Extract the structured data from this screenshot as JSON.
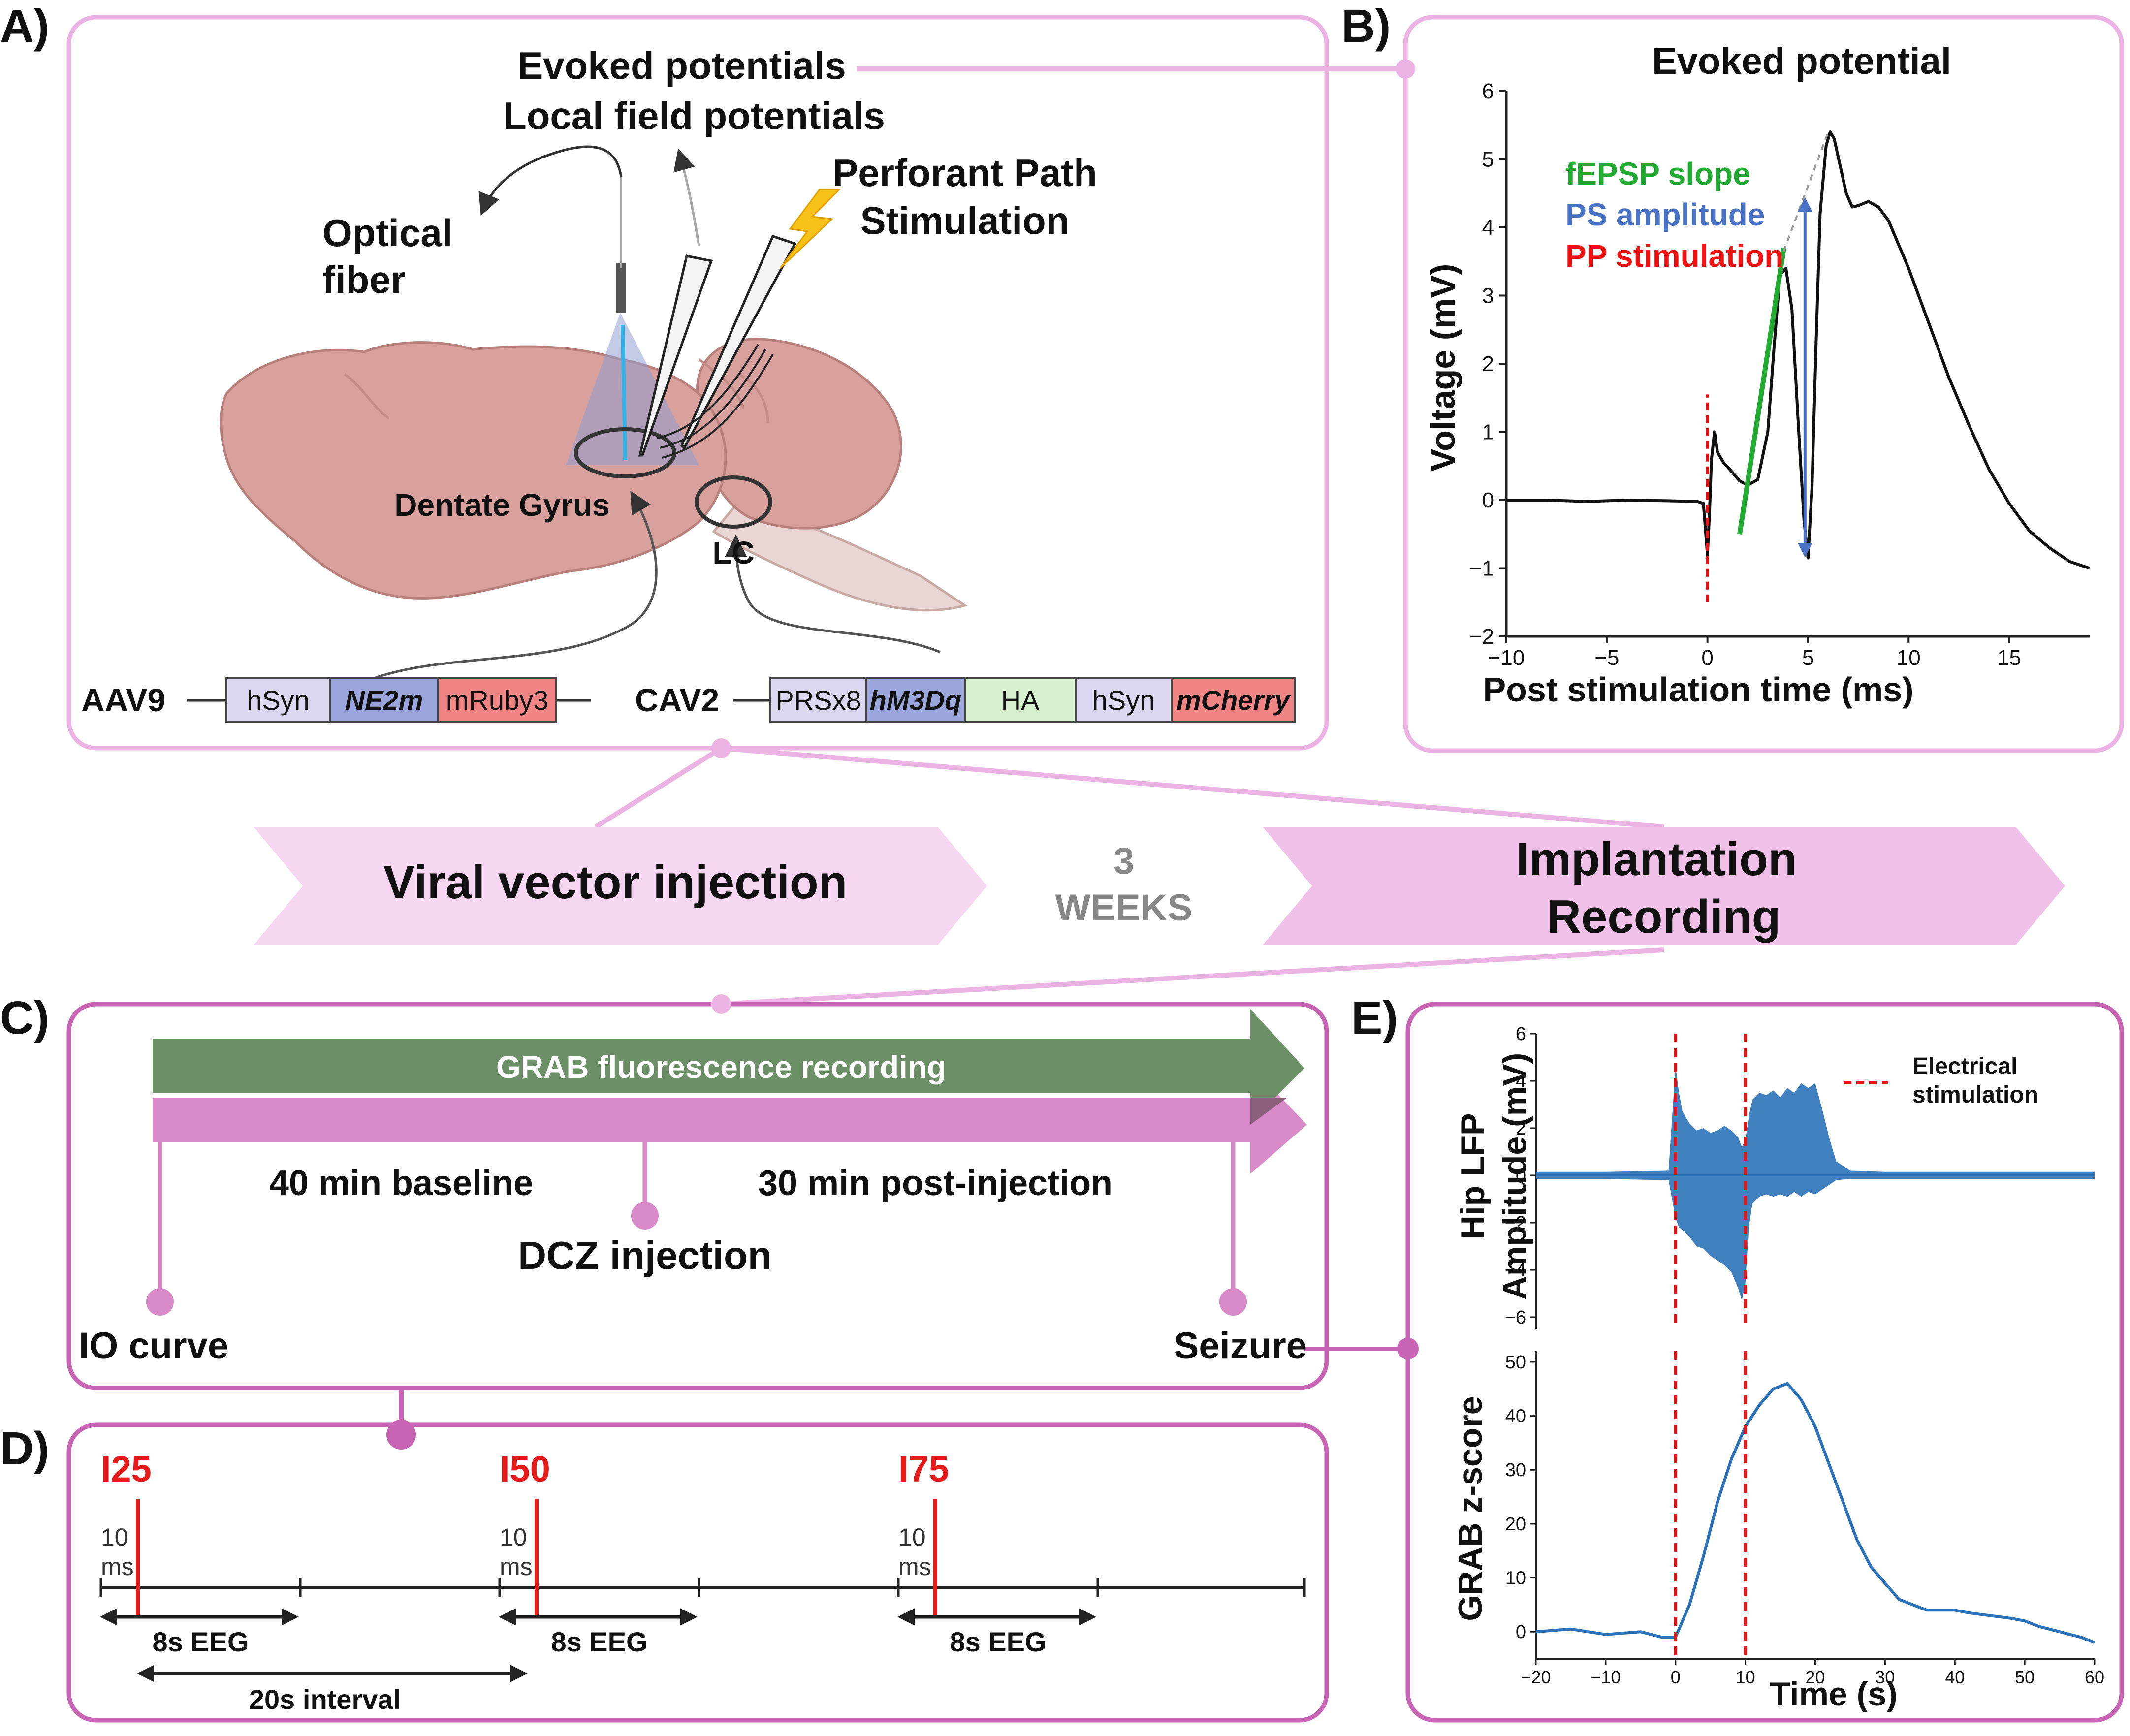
{
  "panels": {
    "a": "A)",
    "b": "B)",
    "c": "C)",
    "d": "D)",
    "e": "E)"
  },
  "panel_a": {
    "labels": {
      "evoked_potentials": "Evoked potentials",
      "local_field_potentials": "Local field potentials",
      "optical": "Optical",
      "fiber": "fiber",
      "perforant_path": "Perforant Path",
      "stimulation": "Stimulation",
      "dentate_gyrus": "Dentate Gyrus",
      "lc": "LC"
    },
    "constructs": {
      "aav9": {
        "name": "AAV9",
        "elements": [
          {
            "label": "hSyn",
            "italic": false,
            "color": "#dcd6ee"
          },
          {
            "label": "NE2m",
            "italic": true,
            "color": "#9ba6dc"
          },
          {
            "label": "mRuby3",
            "italic": false,
            "color": "#ef8585"
          }
        ]
      },
      "cav2": {
        "name": "CAV2",
        "elements": [
          {
            "label": "PRSx8",
            "italic": false,
            "color": "#dcd6ee"
          },
          {
            "label": "hM3Dq",
            "italic": true,
            "color": "#9ba6dc"
          },
          {
            "label": "HA",
            "italic": false,
            "color": "#d6f0cf"
          },
          {
            "label": "hSyn",
            "italic": false,
            "color": "#dcd6ee"
          },
          {
            "label": "mCherry",
            "italic": true,
            "color": "#ef8585"
          }
        ]
      }
    }
  },
  "panel_b": {
    "chart_data": {
      "type": "line",
      "title": "Evoked potential",
      "xlabel": "Post stimulation time (ms)",
      "ylabel": "Voltage (mV)",
      "xlim": [
        -10,
        19
      ],
      "ylim": [
        -2,
        6
      ],
      "xticks": [
        -10,
        -5,
        0,
        5,
        10,
        15
      ],
      "yticks": [
        -2,
        -1,
        0,
        1,
        2,
        3,
        4,
        5,
        6
      ],
      "series": [
        {
          "x": [
            -10,
            -8,
            -6,
            -4,
            -2,
            -0.5,
            -0.2,
            0,
            0.1,
            0.2,
            0.35,
            0.5,
            0.8,
            1.2,
            1.6,
            2.0,
            2.5,
            3.0,
            3.3,
            3.6,
            3.9,
            4.2,
            4.5,
            4.8,
            5.0,
            5.2,
            5.4,
            5.6,
            5.9,
            6.1,
            6.3,
            6.6,
            6.9,
            7.2,
            7.5,
            8.0,
            8.5,
            9.0,
            10,
            11,
            12,
            13,
            14,
            15,
            16,
            17,
            18,
            19
          ],
          "y": [
            0.0,
            0.0,
            -0.02,
            0.0,
            -0.01,
            -0.02,
            -0.05,
            -0.8,
            -0.2,
            0.6,
            1.0,
            0.7,
            0.55,
            0.42,
            0.28,
            0.22,
            0.3,
            1.0,
            2.2,
            3.3,
            3.4,
            2.8,
            1.2,
            -0.3,
            -0.85,
            0.2,
            2.3,
            4.2,
            5.2,
            5.4,
            5.3,
            4.9,
            4.5,
            4.3,
            4.32,
            4.38,
            4.3,
            4.1,
            3.4,
            2.6,
            1.8,
            1.1,
            0.45,
            -0.05,
            -0.45,
            -0.7,
            -0.9,
            -1.0
          ],
          "color": "#111111"
        }
      ],
      "annotations": [
        {
          "text": "fEPSP slope",
          "color": "#22aa33"
        },
        {
          "text": "PS amplitude",
          "color": "#4a72c4"
        },
        {
          "text": "PP stimulation",
          "color": "#ee1111"
        }
      ],
      "markers": {
        "stimulation_x": 0,
        "stimulation_y_range": [
          -1.5,
          1.55
        ],
        "fepsp_slope_line": {
          "x": [
            1.6,
            3.8
          ],
          "y": [
            -0.5,
            3.7
          ]
        },
        "ps_amplitude_arrow": {
          "x": 4.85,
          "y": [
            -0.8,
            4.4
          ]
        },
        "dashed_tangent": {
          "x": [
            3.6,
            6.0
          ],
          "y": [
            3.5,
            5.4
          ]
        }
      }
    }
  },
  "timeline": {
    "left_arrow": "Viral vector injection",
    "gap_line1": "3",
    "gap_line2": "WEEKS",
    "right_arrow_line1": "Implantation",
    "right_arrow_line2": "Recording"
  },
  "panel_c": {
    "grab_bar": "GRAB fluorescence recording",
    "baseline": "40 min baseline",
    "post_injection": "30 min post-injection",
    "dcz": "DCZ injection",
    "io_curve": "IO curve",
    "seizure": "Seizure"
  },
  "panel_d": {
    "pulses": [
      {
        "label": "I25",
        "duration_line1": "10",
        "duration_line2": "ms",
        "eeg": "8s EEG"
      },
      {
        "label": "I50",
        "duration_line1": "10",
        "duration_line2": "ms",
        "eeg": "8s EEG"
      },
      {
        "label": "I75",
        "duration_line1": "10",
        "duration_line2": "ms",
        "eeg": "8s EEG"
      }
    ],
    "interval": "20s interval"
  },
  "panel_e": {
    "chart_data": [
      {
        "type": "line",
        "ylabel_line1": "Hip LFP",
        "ylabel_line2": "Amplitude (mV)",
        "xlim": [
          -20,
          60
        ],
        "ylim": [
          -6.5,
          6
        ],
        "yticks": [
          -6,
          -4,
          -2,
          0,
          2,
          4,
          6
        ],
        "legend": {
          "text_line1": "Electrical",
          "text_line2": "stimulation",
          "placement": "top-right",
          "color": "#ee1111"
        },
        "stimulation_lines_x": [
          0,
          10
        ],
        "envelope": {
          "x": [
            -20,
            -10,
            -1,
            0,
            0.5,
            1,
            2,
            3,
            4,
            5,
            6,
            7,
            8,
            9,
            9.5,
            10,
            10.5,
            11,
            12,
            13,
            14,
            15,
            16,
            17,
            18,
            19,
            20,
            21,
            22,
            23,
            25,
            30,
            40,
            50,
            60
          ],
          "upper": [
            0.15,
            0.15,
            0.2,
            4.6,
            3.5,
            2.7,
            2.2,
            1.9,
            2.0,
            1.8,
            1.9,
            2.1,
            1.9,
            1.6,
            1.2,
            1.5,
            2.5,
            3.2,
            3.5,
            3.4,
            3.6,
            3.3,
            3.7,
            3.5,
            3.9,
            3.7,
            3.9,
            2.8,
            1.6,
            0.6,
            0.2,
            0.15,
            0.15,
            0.15,
            0.15
          ],
          "lower": [
            -0.15,
            -0.15,
            -0.2,
            -1.8,
            -2.2,
            -2.3,
            -2.6,
            -3.0,
            -3.1,
            -3.4,
            -3.6,
            -3.8,
            -4.1,
            -4.8,
            -5.3,
            -4.6,
            -2.2,
            -1.2,
            -0.9,
            -0.8,
            -0.9,
            -0.8,
            -0.9,
            -0.7,
            -0.9,
            -0.7,
            -0.8,
            -0.6,
            -0.4,
            -0.2,
            -0.15,
            -0.15,
            -0.15,
            -0.15,
            -0.15
          ]
        },
        "color": "#2c72b8"
      },
      {
        "type": "line",
        "ylabel": "GRAB z-score",
        "xlabel": "Time (s)",
        "xlim": [
          -20,
          60
        ],
        "ylim": [
          -5,
          52
        ],
        "xticks": [
          -20,
          -10,
          0,
          10,
          20,
          30,
          40,
          50,
          60
        ],
        "yticks": [
          0,
          10,
          20,
          30,
          40,
          50
        ],
        "stimulation_lines_x": [
          0,
          10
        ],
        "series": [
          {
            "x": [
              -20,
              -15,
              -10,
              -5,
              -2,
              0,
              2,
              4,
              6,
              8,
              10,
              12,
              14,
              16,
              18,
              20,
              22,
              24,
              26,
              28,
              30,
              32,
              34,
              36,
              38,
              40,
              42,
              45,
              48,
              50,
              52,
              55,
              58,
              60
            ],
            "y": [
              0,
              0.5,
              -0.5,
              0,
              -1,
              -1,
              5,
              14,
              24,
              32,
              38,
              42,
              45,
              46,
              43,
              38,
              31,
              24,
              17,
              12,
              9,
              6,
              5,
              4,
              4,
              4,
              3.5,
              3,
              2.5,
              2,
              1,
              0,
              -1,
              -2
            ],
            "color": "#2c72b8"
          }
        ]
      }
    ]
  }
}
